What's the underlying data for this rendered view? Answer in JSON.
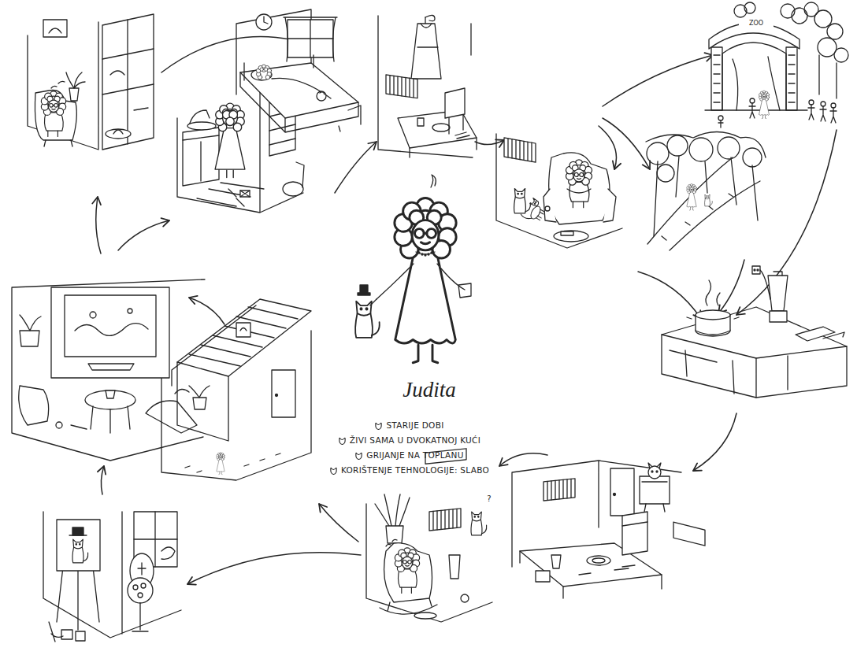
{
  "diagram": {
    "labels": [
      "Judita",
      "STARIJE DOBI",
      "ŽIVI SAMA U DVOKATNOJ KUĆI",
      "GRIJANJE NA TOPLANU",
      "KORIŠTENJE TEHNOLOGIJE: SLABO",
      "ZOO",
      "?"
    ]
  }
}
